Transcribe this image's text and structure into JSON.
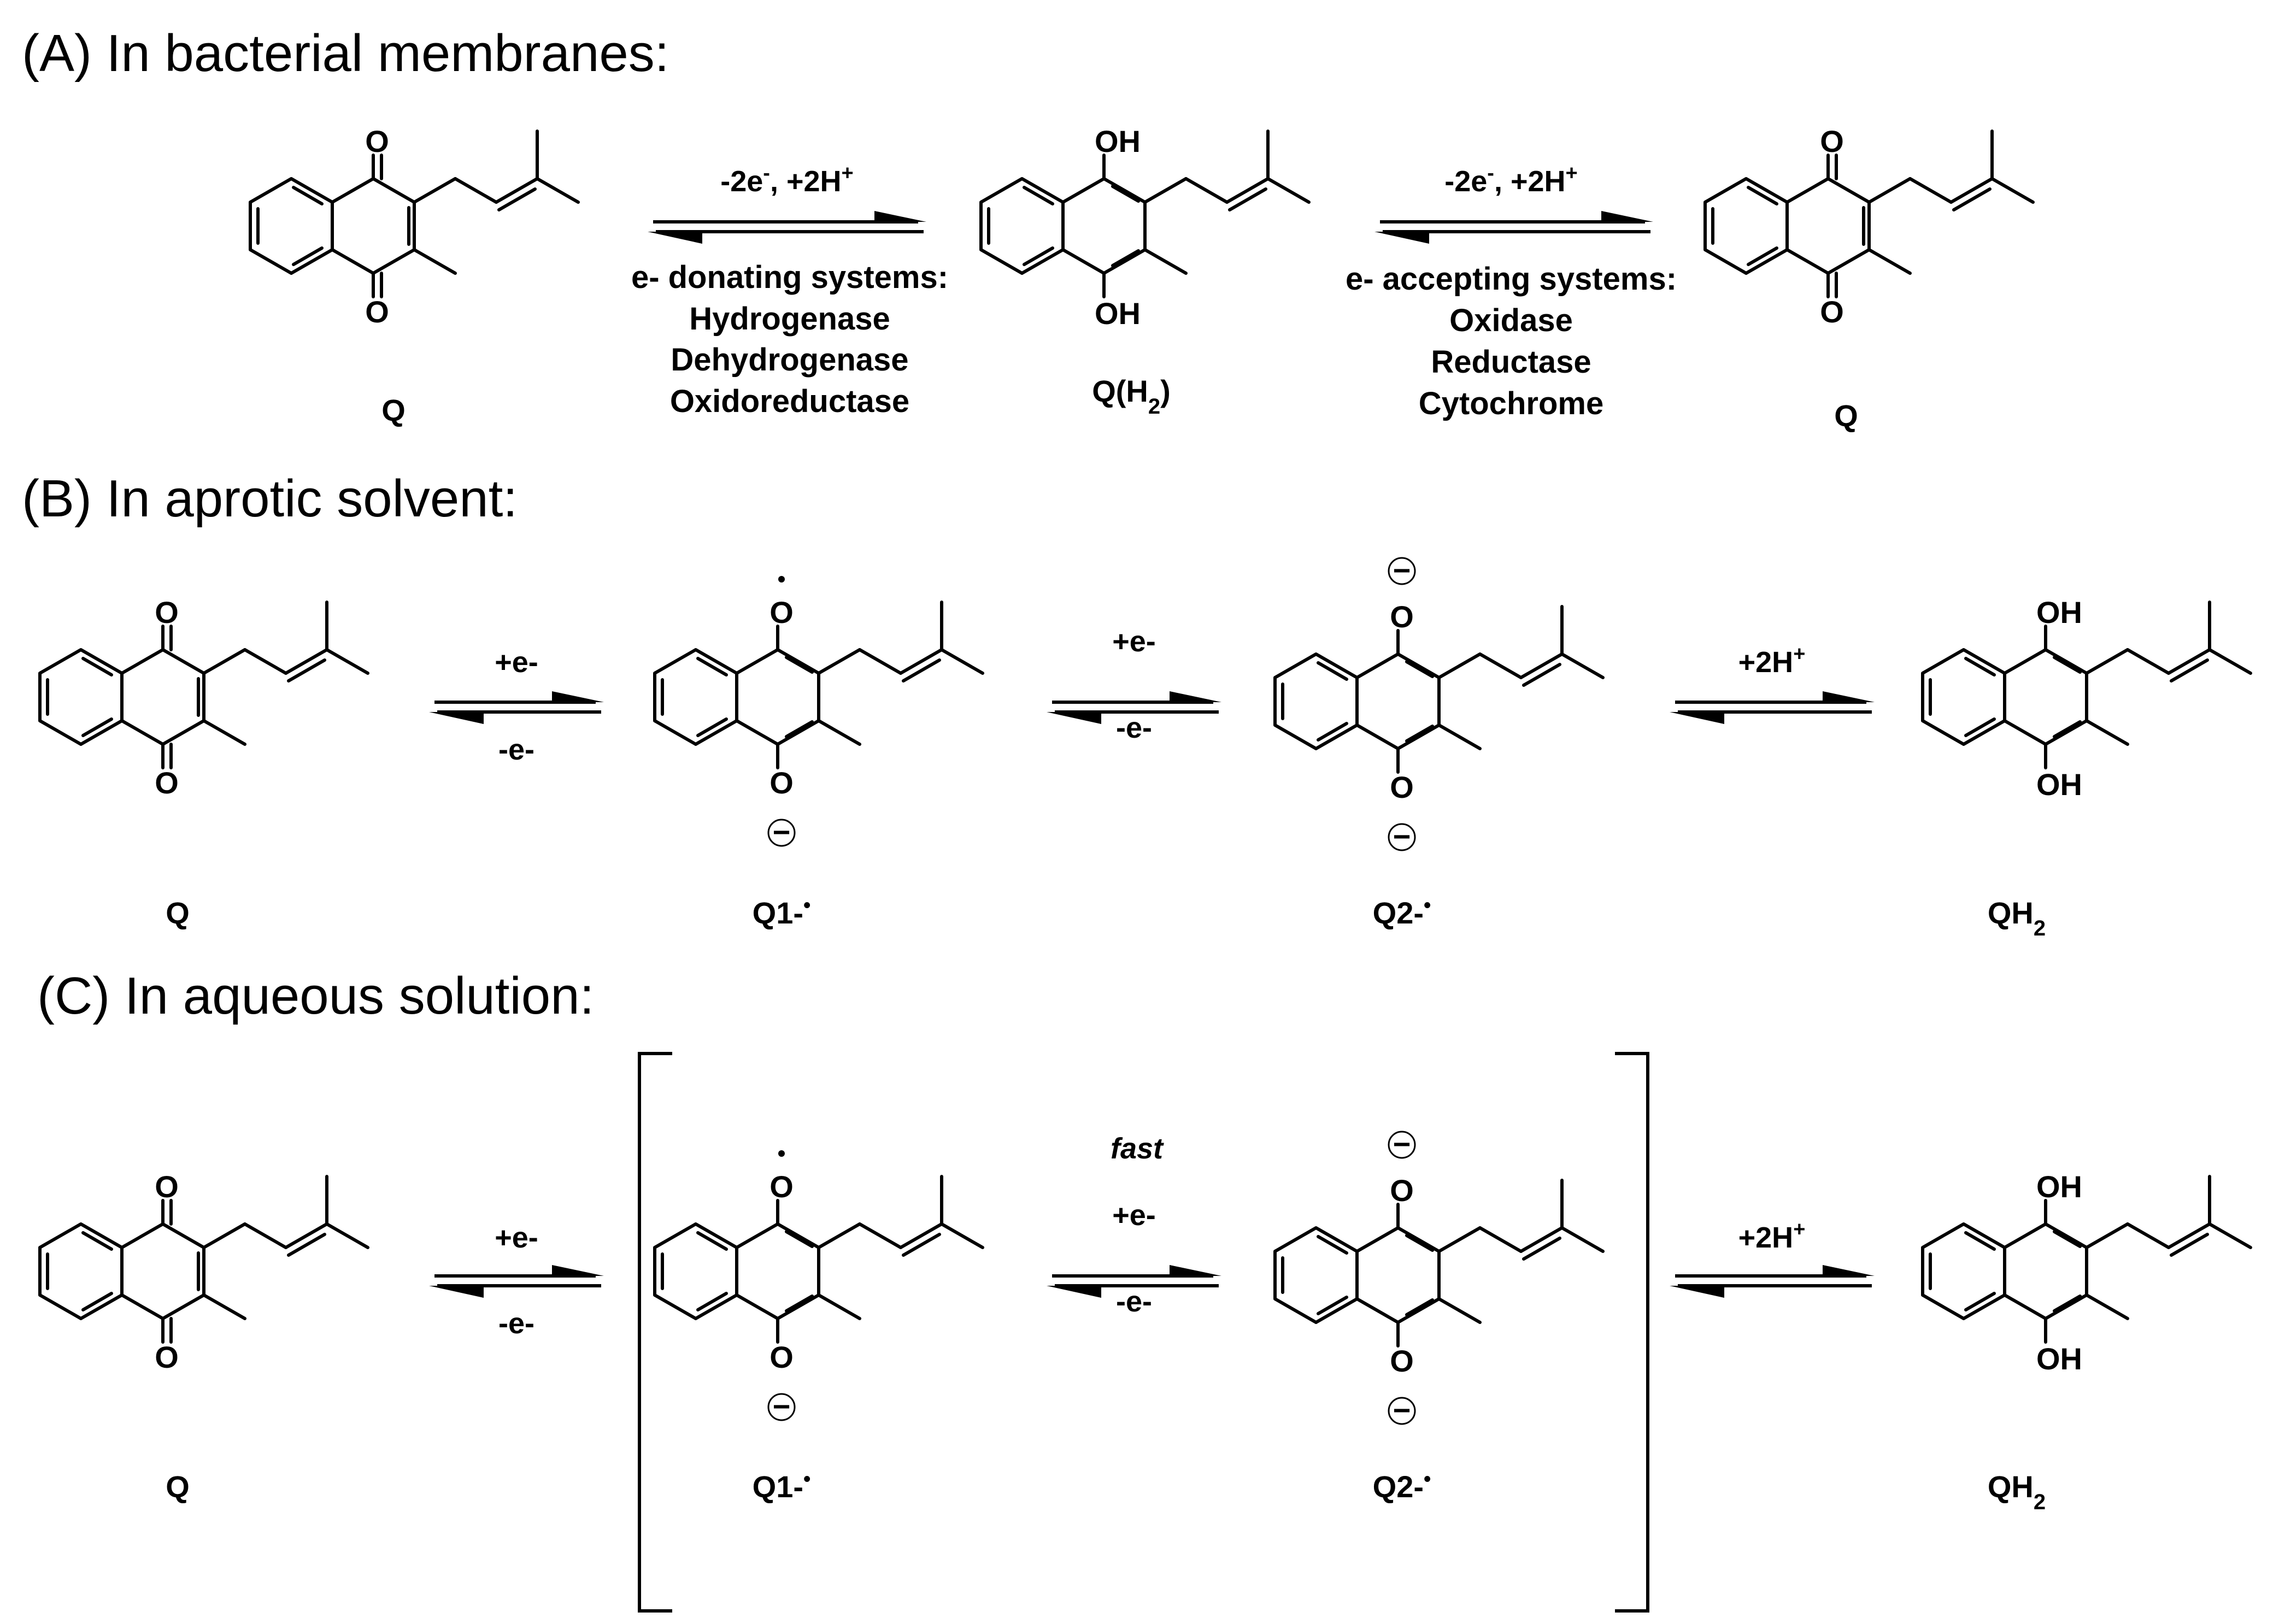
{
  "sections": {
    "a": "(A) In bacterial membranes:",
    "b": "(B) In aprotic solvent:",
    "c": "(C) In aqueous solution:"
  },
  "atoms": {
    "oxygen": "O",
    "hydroxyl": "OH",
    "minus": "−"
  },
  "species": {
    "Q": "Q",
    "QH2_a_main": "Q(H",
    "QH2_a_sub": "2",
    "QH2_a_end": ")",
    "Q1_main": "Q1-",
    "Q1_sup": "•",
    "Q2_main": "Q2-",
    "Q2_sup": "•",
    "QH2_main": "QH",
    "QH2_sub": "2"
  },
  "conditions": {
    "ox_main": "-2e",
    "ox_sup_e": "-",
    "ox_mid": ", +2H",
    "ox_sup_h": "+",
    "donating_title": "e- donating systems:",
    "donating": [
      "Hydrogenase",
      "Dehydrogenase",
      "Oxidoreductase"
    ],
    "accepting_title": "e- accepting systems:",
    "accepting": [
      "Oxidase",
      "Reductase",
      "Cytochrome"
    ],
    "plus_e": "+e-",
    "minus_e": "-e-",
    "plus_2h_main": "+2H",
    "plus_2h_sup": "+",
    "fast": "fast"
  }
}
